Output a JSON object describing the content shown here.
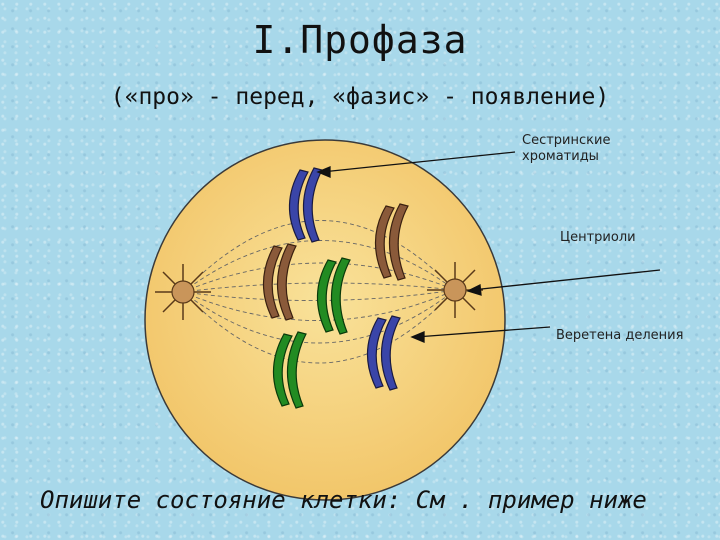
{
  "title": "I.Профаза",
  "subtitle": "(«про» - перед, «фазис» - появление)",
  "labels": {
    "chromatids": "Сестринские хроматиды",
    "centrioles": "Центриоли",
    "spindle": "Веретена деления"
  },
  "footer": "Опишите состояние клетки: См . пример ниже",
  "colors": {
    "background": "#a8d8ea",
    "cell": "#f6d37e",
    "chromosome_blue": "#3a45a8",
    "chromosome_brown": "#8a5a3a",
    "chromosome_green": "#228b22",
    "centriole": "#c9955a"
  }
}
